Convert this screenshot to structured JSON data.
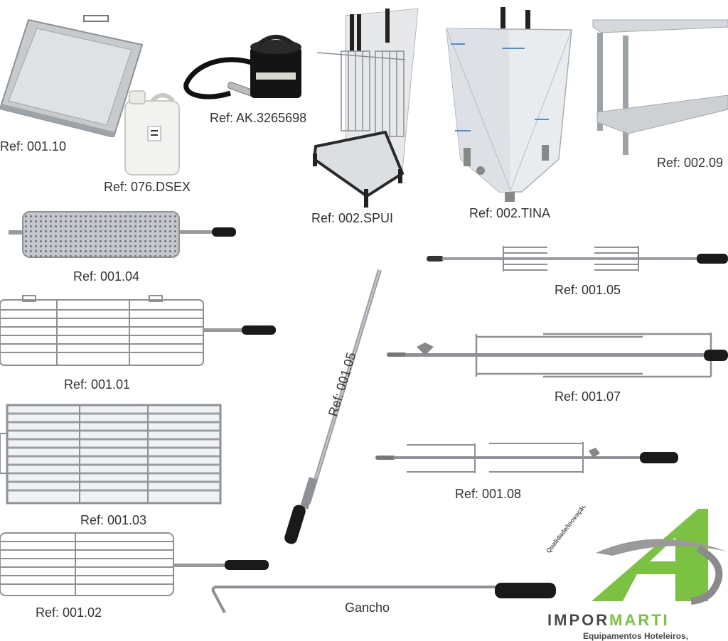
{
  "products": [
    {
      "id": "tray",
      "ref": "Ref: 001.10"
    },
    {
      "id": "jerrycan",
      "ref": "Ref: 076.DSEX"
    },
    {
      "id": "ash-vacuum",
      "ref": "Ref: AK.3265698"
    },
    {
      "id": "spit-stand",
      "ref": "Ref: 002.SPUI"
    },
    {
      "id": "tank",
      "ref": "Ref: 002.TINA"
    },
    {
      "id": "table",
      "ref": "Ref: 002.09"
    },
    {
      "id": "perforated-drum",
      "ref": "Ref: 001.04"
    },
    {
      "id": "chicken-spit",
      "ref": "Ref: 001.05"
    },
    {
      "id": "grill-basket-a",
      "ref": "Ref: 001.01"
    },
    {
      "id": "long-spit",
      "ref": "Ref: 001.05"
    },
    {
      "id": "fork-spit-a",
      "ref": "Ref: 001.07"
    },
    {
      "id": "flat-grill",
      "ref": "Ref: 001.03"
    },
    {
      "id": "fork-spit-b",
      "ref": "Ref: 001.08"
    },
    {
      "id": "grill-basket-b",
      "ref": "Ref: 001.02"
    },
    {
      "id": "hook",
      "ref": "Gancho"
    }
  ],
  "logo": {
    "tagline": "Qualidade/Inovação",
    "brand_part1": "IMPOR",
    "brand_part2": "MARTI",
    "subtitle": "Equipamentos Hoteleiros,",
    "colors": {
      "green": "#7cc242",
      "dark": "#4a4a4a",
      "gray": "#9a9a9a"
    }
  }
}
